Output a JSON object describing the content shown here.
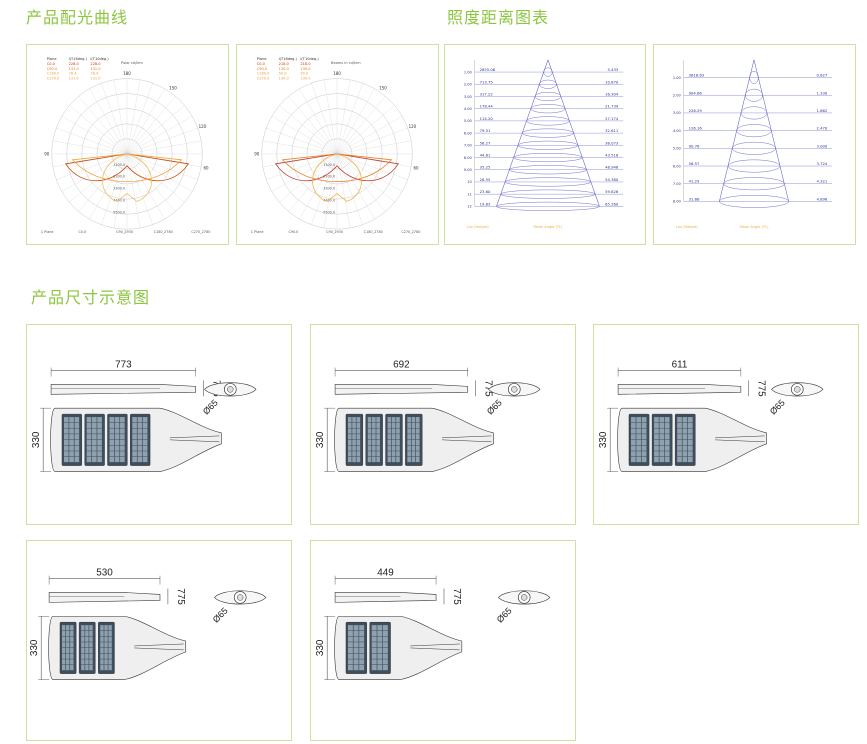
{
  "headings": {
    "distribution": "产品配光曲线",
    "illuminance": "照度距离图表",
    "dimensions": "产品尺寸示意图"
  },
  "polar_charts": [
    {
      "legend_rows": [
        [
          "Plane",
          "I(T16deg.)",
          "I(T10deg.)"
        ],
        [
          "C0.0",
          "228.0",
          "228.0"
        ],
        [
          "C90.0",
          "131.0",
          "131.0"
        ],
        [
          "C180.0",
          "78.4",
          "78.4"
        ],
        [
          "C270.0",
          "131.0",
          "131.0"
        ]
      ],
      "unit_label": "Polar cd/klm",
      "angle_labels": [
        "180",
        "150",
        "120",
        "90",
        "60"
      ],
      "radial_values": [
        "1100.0",
        "2200.0",
        "3300.0",
        "4400.0",
        "5500.0"
      ],
      "footer": [
        "C Plane",
        "C0.0",
        "C90_2930",
        "C180_2780",
        "C270_2780"
      ],
      "colors": [
        "#cc4400",
        "#f0a030",
        "#e8c060"
      ]
    },
    {
      "legend_rows": [
        [
          "Plane",
          "I(T16deg.)",
          "I(T10deg.)"
        ],
        [
          "C0.0",
          "218.0",
          "218.0"
        ],
        [
          "C90.0",
          "130.0",
          "130.0"
        ],
        [
          "C180.0",
          "50.0",
          "50.0"
        ],
        [
          "C270.0",
          "130.0",
          "130.0"
        ]
      ],
      "unit_label": "Beams in cd/klm",
      "angle_labels": [
        "180",
        "150",
        "120",
        "90",
        "60"
      ],
      "radial_values": [
        "1100.0",
        "2200.0",
        "3300.0",
        "4400.0",
        "5500.0"
      ],
      "footer": [
        "C Plane",
        "C90.0",
        "C90_2930",
        "C180_2780",
        "C270_2780"
      ],
      "colors": [
        "#c0392b",
        "#e67e22",
        "#f5b041"
      ]
    }
  ],
  "cone_charts": [
    {
      "heights": [
        "1.00",
        "2.00",
        "3.00",
        "4.00",
        "5.00",
        "6.00",
        "7.00",
        "8.00",
        "9.00",
        "10",
        "11",
        "12"
      ],
      "left_values": [
        "2855.06",
        "713.75",
        "317.22",
        "178.44",
        "114.20",
        "79.31",
        "58.27",
        "44.61",
        "35.25",
        "28.55",
        "23.60",
        "19.83"
      ],
      "right_values": [
        "5.433",
        "10.870",
        "16.304",
        "21.739",
        "27.174",
        "32.611",
        "38.073",
        "43.518",
        "48.948",
        "54.380",
        "59.826",
        "65.260"
      ],
      "footer_left": "Lux (Height)",
      "footer_center": "Mean Angle (TL)"
    },
    {
      "heights": [
        "1.00",
        "2.00",
        "3.00",
        "4.00",
        "5.00",
        "6.00",
        "7.00",
        "8.00"
      ],
      "left_values": [
        "3618.63",
        "904.66",
        "226.29",
        "126.16",
        "90.76",
        "56.57",
        "41.29",
        "31.66"
      ],
      "right_values": [
        "0.827",
        "1.330",
        "1.862",
        "2.470",
        "3.000",
        "3.724",
        "4.321",
        "4.898"
      ],
      "footer_left": "Lux (Height)",
      "footer_center": "Mean Angle (TL)"
    }
  ],
  "dimension_drawings": [
    {
      "length": "773",
      "height": "775",
      "width": "330",
      "diameter": "Ø65",
      "modules": 4
    },
    {
      "length": "692",
      "height": "775",
      "width": "330",
      "diameter": "Ø65",
      "modules": 4
    },
    {
      "length": "611",
      "height": "775",
      "width": "330",
      "diameter": "Ø65",
      "modules": 3
    },
    {
      "length": "530",
      "height": "775",
      "width": "330",
      "diameter": "Ø65",
      "modules": 3
    },
    {
      "length": "449",
      "height": "775",
      "width": "330",
      "diameter": "Ø65",
      "modules": 2
    }
  ],
  "colors": {
    "heading": "#8cc63f",
    "panel_border": "#cfe0a3",
    "cone_line": "#5b5fc7",
    "cone_text": "#2b2f8f",
    "cone_footer": "#e8b040",
    "drawing_line": "#333333",
    "led_dark": "#3d4f5e"
  }
}
